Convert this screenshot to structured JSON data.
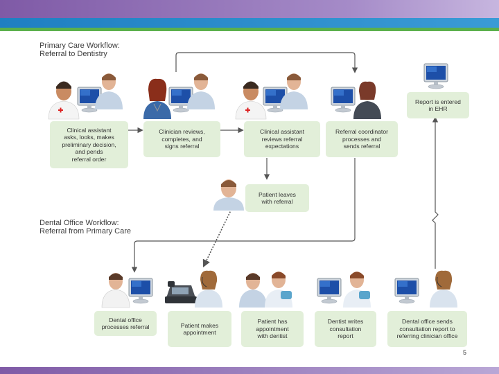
{
  "colors": {
    "accent_purple": "#7f5aa6",
    "accent_blue": "#1f7fc2",
    "accent_green": "#5bb04c",
    "box_fill": "#e2efd9"
  },
  "page_number": "5",
  "primary_title": "Primary Care Workflow:\nReferral to Dentistry",
  "dental_title": "Dental Office Workflow:\nReferral from Primary Care",
  "primary_steps": [
    "Clinical assistant\nasks, looks, makes\npreliminary decision,\nand pends\nreferral order",
    "Clinician reviews,\ncompletes, and\nsigns referral",
    "Clinical assistant\nreviews referral\nexpectations",
    "Referral coordinator\nprocesses and\nsends referral",
    "Report is entered\nin EHR"
  ],
  "patient_leaves": "Patient leaves\nwith referral",
  "dental_steps": [
    "Dental office\nprocesses referral",
    "Patient makes\nappointment",
    "Patient has\nappointment\nwith dentist",
    "Dentist writes\nconsultation\nreport",
    "Dental office sends\nconsultation report to\nreferring clinician office"
  ],
  "icons": [
    "clinical-assistant-icon",
    "patient-icon",
    "computer-monitor-icon",
    "clinician-icon",
    "referral-coordinator-icon",
    "desk-phone-icon",
    "dentist-icon",
    "dental-receptionist-icon"
  ]
}
